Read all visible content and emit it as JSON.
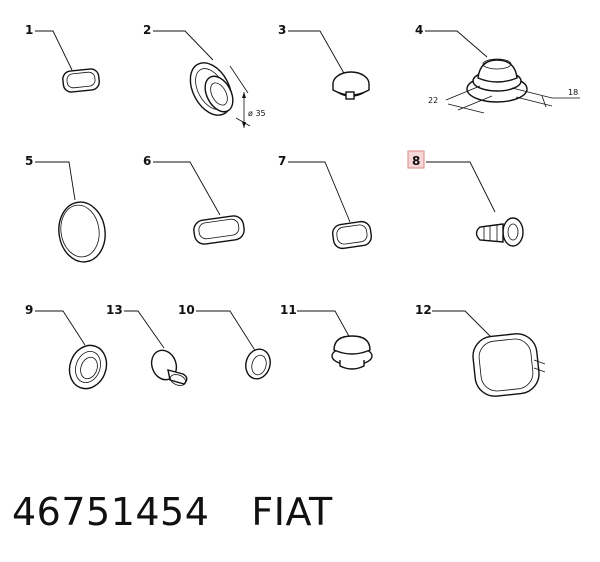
{
  "callouts": [
    {
      "id": "1",
      "highlighted": false
    },
    {
      "id": "2",
      "highlighted": false
    },
    {
      "id": "3",
      "highlighted": false
    },
    {
      "id": "4",
      "highlighted": false
    },
    {
      "id": "5",
      "highlighted": false
    },
    {
      "id": "6",
      "highlighted": false
    },
    {
      "id": "7",
      "highlighted": false
    },
    {
      "id": "8",
      "highlighted": true
    },
    {
      "id": "9",
      "highlighted": false
    },
    {
      "id": "13",
      "highlighted": false
    },
    {
      "id": "10",
      "highlighted": false
    },
    {
      "id": "11",
      "highlighted": false
    },
    {
      "id": "12",
      "highlighted": false
    }
  ],
  "dimensions": {
    "diameter_label": "ø 35",
    "width_label": "22",
    "length_label": "18"
  },
  "caption": {
    "part_number": "46751454",
    "brand": "FIAT"
  },
  "colors": {
    "highlight_fill": "#f7d6d6",
    "highlight_border": "#d88a8a",
    "line": "#111111"
  }
}
